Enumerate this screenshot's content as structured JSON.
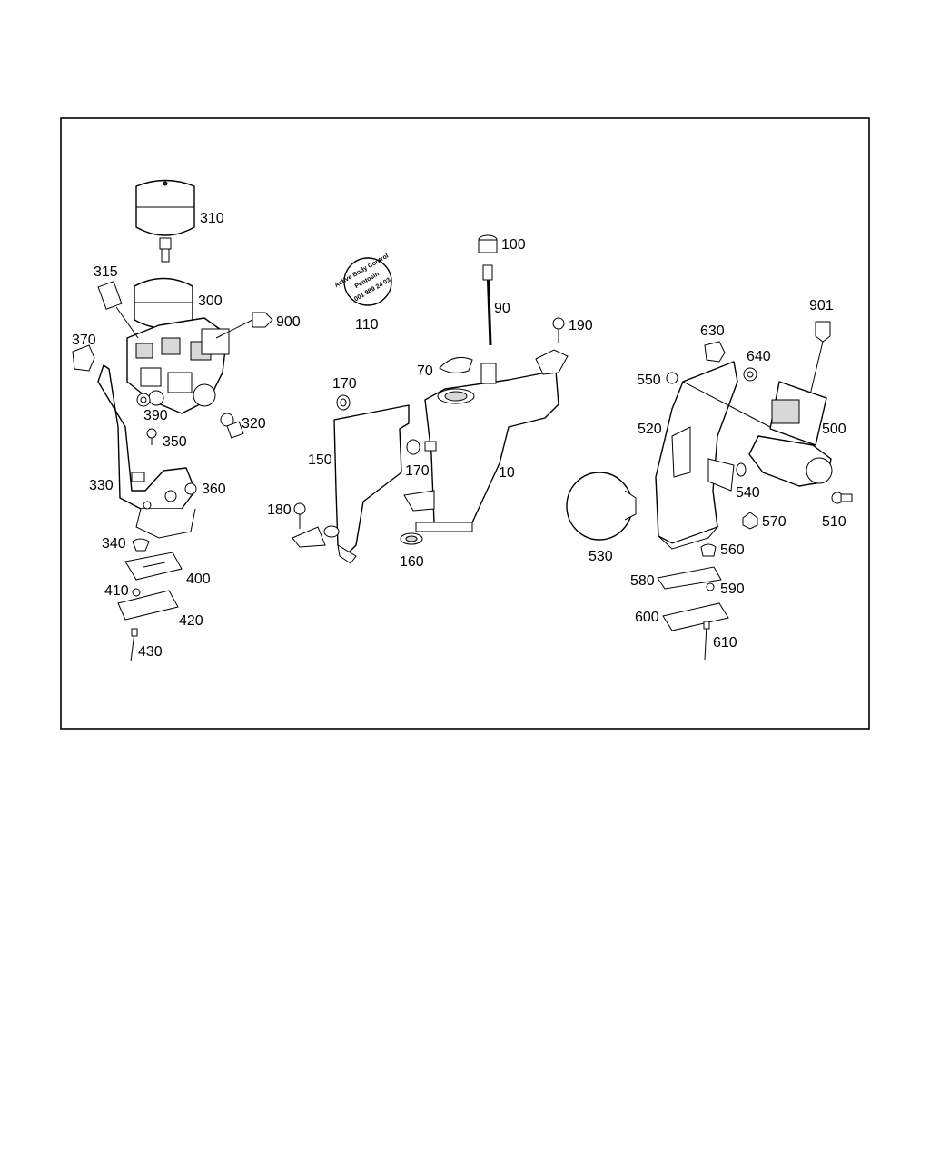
{
  "callouts": {
    "c10": "10",
    "c70": "70",
    "c90": "90",
    "c100": "100",
    "c110": "110",
    "c150": "150",
    "c160": "160",
    "c170a": "170",
    "c170b": "170",
    "c180": "180",
    "c190": "190",
    "c300": "300",
    "c310": "310",
    "c315": "315",
    "c320": "320",
    "c330": "330",
    "c340": "340",
    "c350": "350",
    "c360": "360",
    "c370": "370",
    "c390": "390",
    "c400": "400",
    "c410": "410",
    "c420": "420",
    "c430": "430",
    "c500": "500",
    "c510": "510",
    "c520": "520",
    "c530": "530",
    "c540": "540",
    "c550": "550",
    "c560": "560",
    "c570": "570",
    "c580": "580",
    "c590": "590",
    "c600": "600",
    "c610": "610",
    "c630": "630",
    "c640": "640",
    "c900": "900",
    "c901": "901"
  },
  "seal_label": {
    "line1": "Active Body Control",
    "line2": "Pentosin",
    "line3": "001 989 24 03"
  }
}
